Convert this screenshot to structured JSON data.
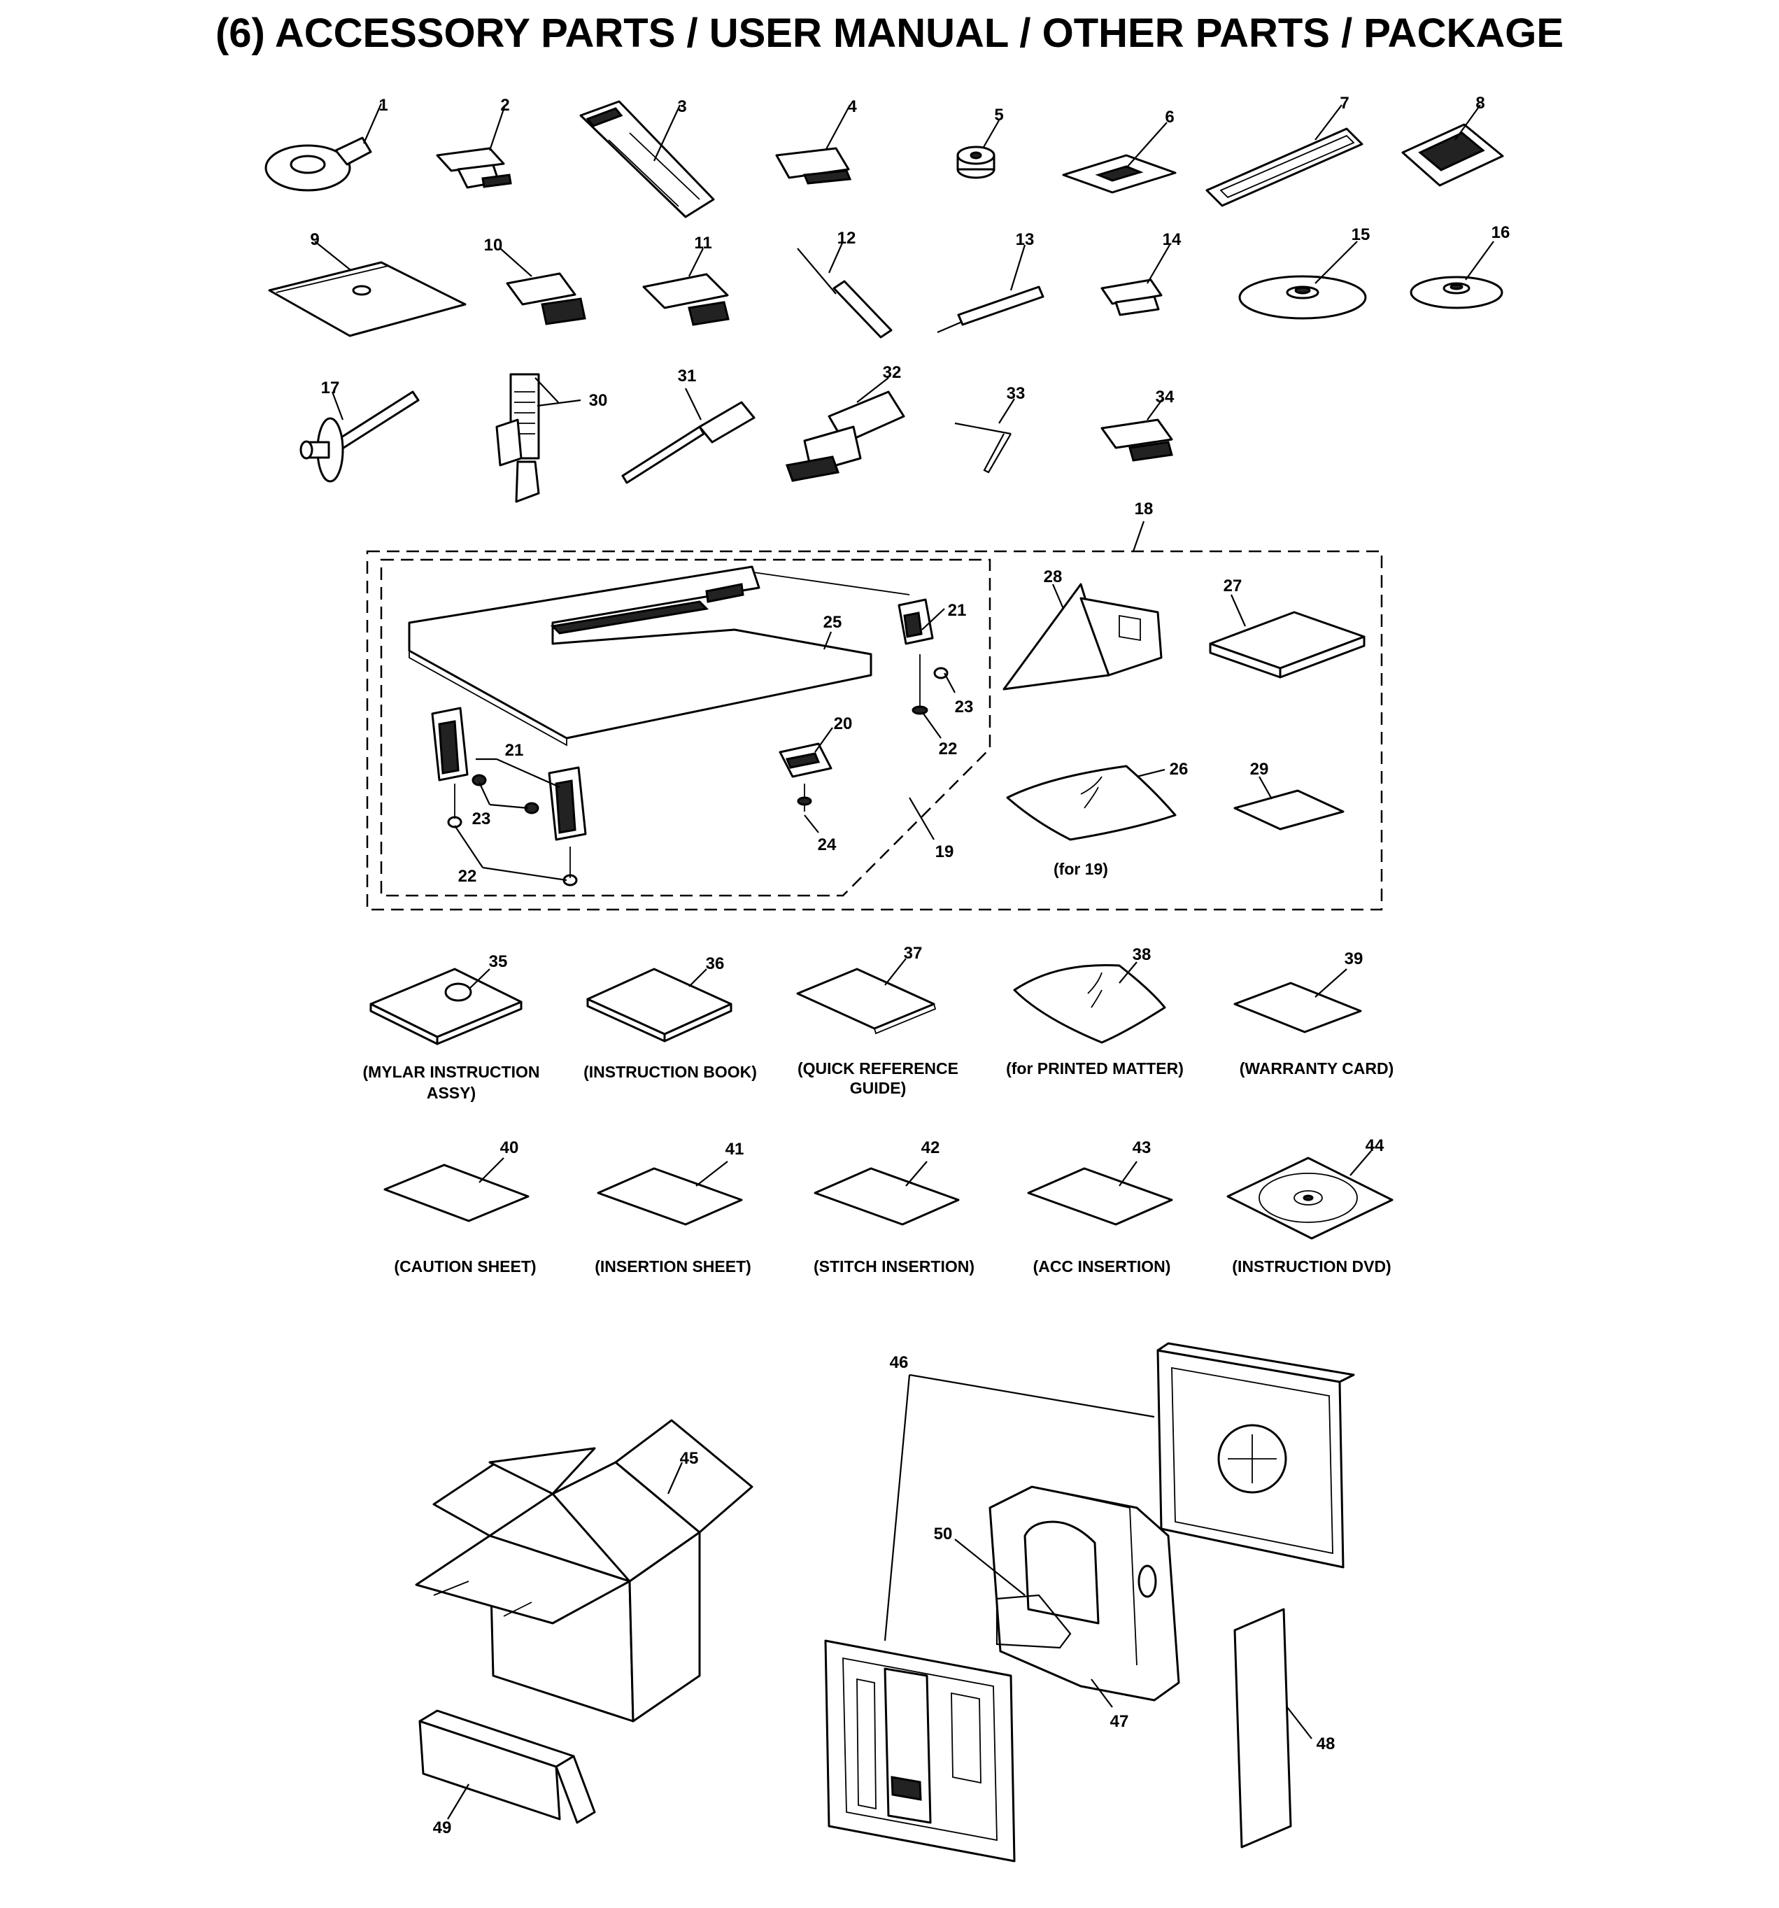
{
  "title": "(6) ACCESSORY PARTS / USER MANUAL / OTHER PARTS / PACKAGE",
  "part_numbers": {
    "p1": "1",
    "p2": "2",
    "p3": "3",
    "p4": "4",
    "p5": "5",
    "p6": "6",
    "p7": "7",
    "p8": "8",
    "p9": "9",
    "p10": "10",
    "p11": "11",
    "p12": "12",
    "p13": "13",
    "p14": "14",
    "p15": "15",
    "p16": "16",
    "p17": "17",
    "p18": "18",
    "p19": "19",
    "p20": "20",
    "p21": "21",
    "p22": "22",
    "p23": "23",
    "p24": "24",
    "p25": "25",
    "p26": "26",
    "p27": "27",
    "p28": "28",
    "p29": "29",
    "p30": "30",
    "p31": "31",
    "p32": "32",
    "p33": "33",
    "p34": "34",
    "p35": "35",
    "p36": "36",
    "p37": "37",
    "p38": "38",
    "p39": "39",
    "p40": "40",
    "p41": "41",
    "p42": "42",
    "p43": "43",
    "p44": "44",
    "p45": "45",
    "p46": "46",
    "p47": "47",
    "p48": "48",
    "p49": "49",
    "p50": "50"
  },
  "captions": {
    "for19": "(for 19)",
    "c35_line1": "(MYLAR INSTRUCTION",
    "c35_line2": "ASSY)",
    "c36": "(INSTRUCTION BOOK)",
    "c37_line1": "(QUICK REFERENCE",
    "c37_line2": "GUIDE)",
    "c38": "(for PRINTED MATTER)",
    "c39": "(WARRANTY CARD)",
    "c40": "(CAUTION SHEET)",
    "c41": "(INSERTION SHEET)",
    "c42": "(STITCH INSERTION)",
    "c43": "(ACC INSERTION)",
    "c44": "(INSTRUCTION DVD)"
  }
}
